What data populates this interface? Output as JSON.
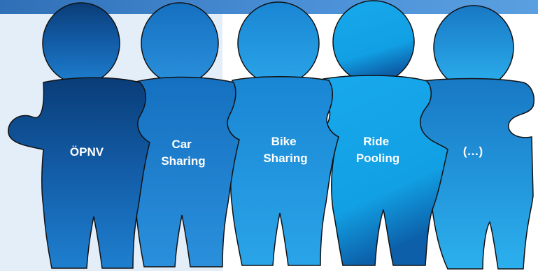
{
  "colors": {
    "top_bar": "#3d82cc",
    "background_panel": "#e4eef9",
    "piece_1": "#0f4f8f",
    "piece_2": "#1d7fc9",
    "piece_3": "#1e94dc",
    "piece_4": "#16a6e6",
    "piece_5": "#1b9de0",
    "outline": "#111111",
    "label_text": "#ffffff"
  },
  "pieces": [
    {
      "name": "piece-oepnv",
      "lines": [
        "ÖPNV"
      ]
    },
    {
      "name": "piece-car-sharing",
      "lines": [
        "Car",
        "Sharing"
      ]
    },
    {
      "name": "piece-bike-sharing",
      "lines": [
        "Bike",
        "Sharing"
      ]
    },
    {
      "name": "piece-ride-pooling",
      "lines": [
        "Ride",
        "Pooling"
      ]
    },
    {
      "name": "piece-more",
      "lines": [
        "(…)"
      ]
    }
  ]
}
